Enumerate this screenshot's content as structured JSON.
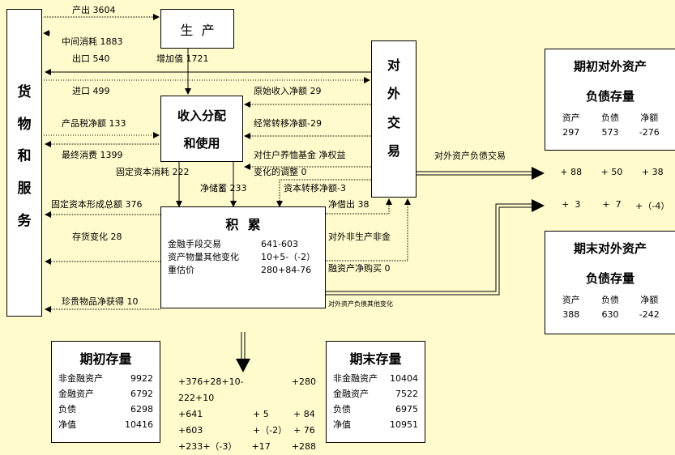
{
  "colors": {
    "background": "#fffbcc",
    "box": "#ffffff",
    "line": "#000000"
  },
  "goods_services": {
    "label": [
      "货",
      "物",
      "和",
      "服",
      "务"
    ]
  },
  "production": {
    "label": "生  产"
  },
  "income": {
    "label_line1": "收入分配",
    "label_line2": "和使用"
  },
  "external": {
    "label": [
      "对",
      "外",
      "交",
      "易"
    ]
  },
  "accumulation": {
    "title": "积  累",
    "rows": [
      {
        "name": "金融手段交易",
        "value": "641-603"
      },
      {
        "name": "资产物量其他变化",
        "value": "10+5-（-2）"
      },
      {
        "name": "重估价",
        "value": "280+84-76"
      }
    ]
  },
  "flows": {
    "output": "产出 3604",
    "intermediate": "中间消耗 1883",
    "exports": "出口 540",
    "value_added": "增加值 1721",
    "imports": "进口 499",
    "product_tax": "产品税净额 133",
    "final_consumption": "最终消费 1399",
    "fixed_capital_consumption": "固定资本消耗 222",
    "net_saving": "净储蓄 233",
    "capital_transfer": "资本转移净额-3",
    "gfcf": "固定资本形成总额 376",
    "inventory": "存货变化  28",
    "valuables": "珍贵物品净获得 10",
    "primary_income": "原始收入净额 29",
    "current_transfer": "经常转移净额-29",
    "pension_adj_1": "对住户养恤基金 净权益",
    "pension_adj_2": "变化的调整 0",
    "net_lending": "净借出 38",
    "nonproduced_1": "对外非生产非金",
    "nonproduced_2": "融资产净购买 0",
    "external_transactions": "对外资产负债交易",
    "external_other": "对外资产负债其他变化"
  },
  "opening_external": {
    "title_line1": "期初对外资产",
    "title_line2": "负债存量",
    "headers": [
      "资产",
      "负债",
      "净额"
    ],
    "values": [
      "297",
      "573",
      "-276"
    ]
  },
  "ext_changes": {
    "transactions": [
      "+ 88",
      "+ 50",
      "+ 38"
    ],
    "other": [
      "+  3",
      "+  7",
      "+（-4）"
    ]
  },
  "closing_external": {
    "title_line1": "期末对外资产",
    "title_line2": "负债存量",
    "headers": [
      "资产",
      "负债",
      "净额"
    ],
    "values": [
      "388",
      "630",
      "-242"
    ]
  },
  "opening_stock": {
    "title": "期初存量",
    "rows": [
      {
        "name": "非金融资产",
        "value": "9922"
      },
      {
        "name": "金融资产",
        "value": "6792"
      },
      {
        "name": "负债",
        "value": "6298"
      },
      {
        "name": "净值",
        "value": "10416"
      }
    ]
  },
  "changes": {
    "rows": [
      [
        "+376+28+10-222+10",
        "",
        "+280"
      ],
      [
        "+641",
        "+ 5",
        "+ 84"
      ],
      [
        "+603",
        "+（-2）",
        "+ 76"
      ],
      [
        "+233+（-3）",
        "+17",
        "+288"
      ]
    ]
  },
  "closing_stock": {
    "title": "期末存量",
    "rows": [
      {
        "name": "非金融资产",
        "value": "10404"
      },
      {
        "name": "金融资产",
        "value": "7522"
      },
      {
        "name": "负债",
        "value": "6975"
      },
      {
        "name": "净值",
        "value": "10951"
      }
    ]
  }
}
